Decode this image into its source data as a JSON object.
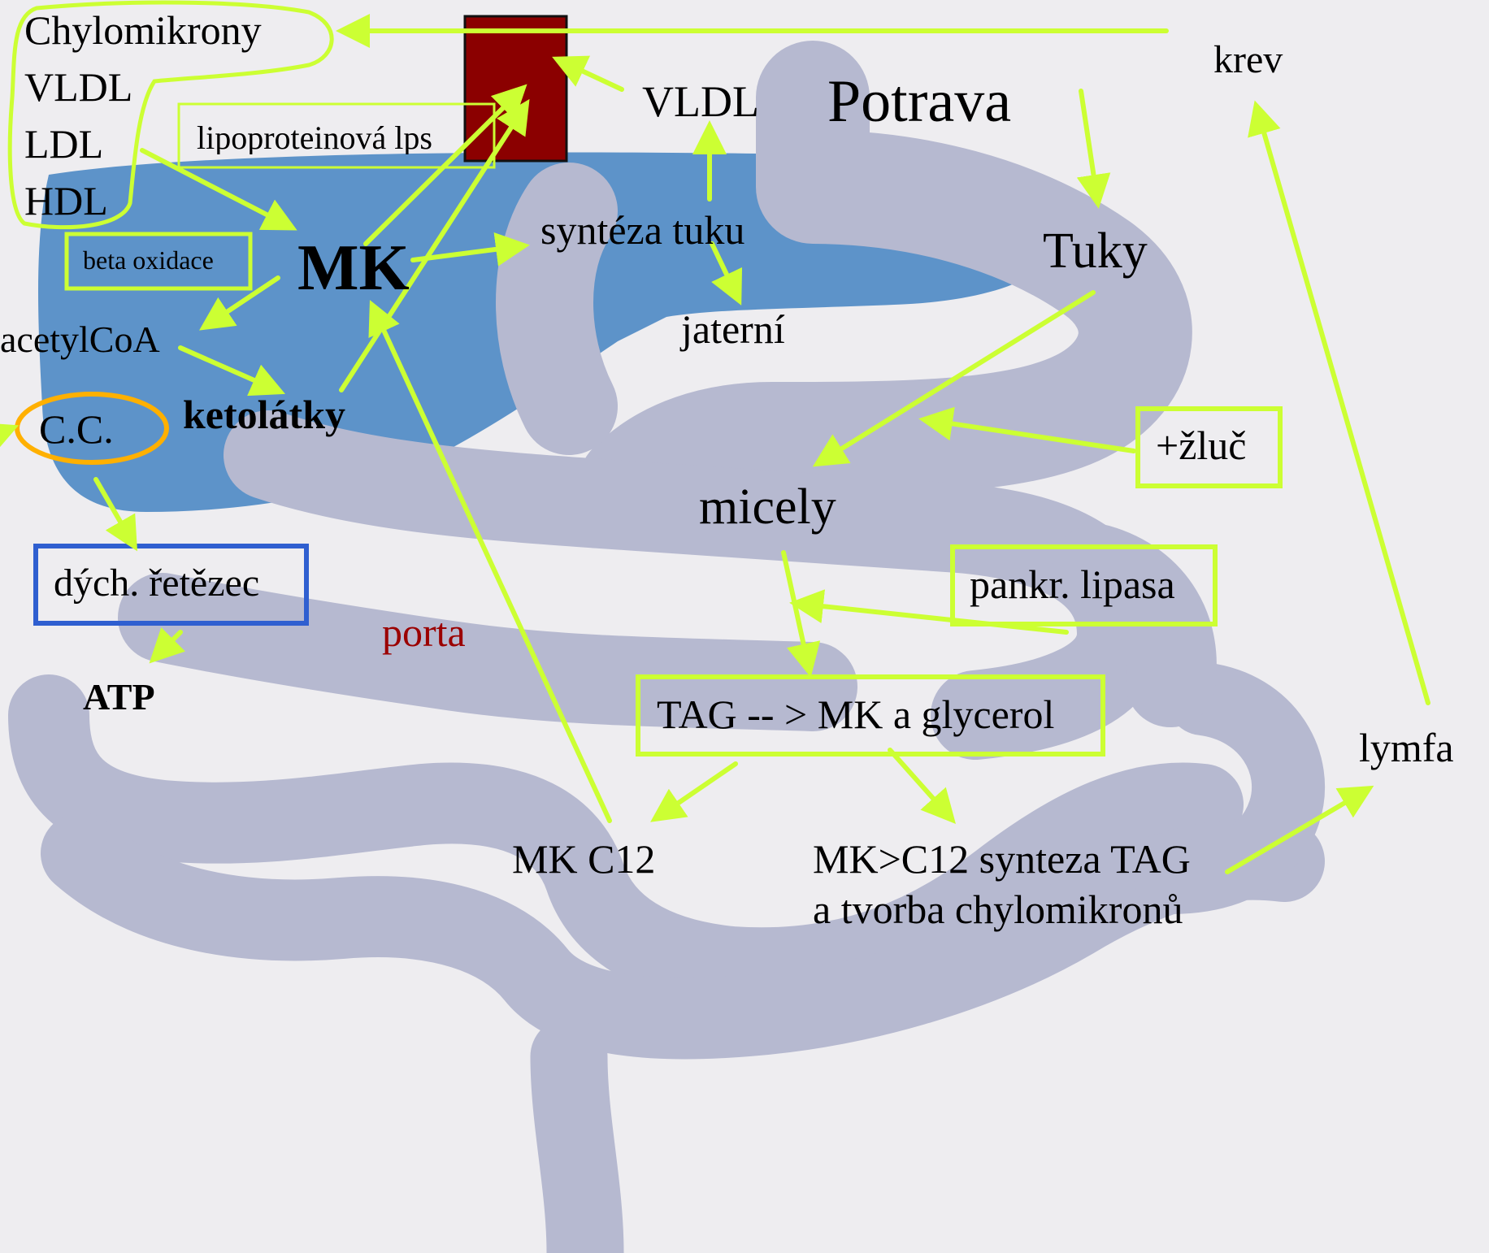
{
  "labels": {
    "chylomikrony": "Chylomikrony",
    "vldl_list": "VLDL",
    "ldl": "LDL",
    "hdl": "HDL",
    "lipoproteinova": "lipoproteinová lps",
    "vldl_liver": "VLDL",
    "potrava": "Potrava",
    "krev": "krev",
    "beta_oxidace": "beta oxidace",
    "mk": "MK",
    "synteza_tuku": "syntéza tuku",
    "tuky": "Tuky",
    "jaterni": "jaterní",
    "acetylcoa": "acetylCoA",
    "cc": "C.C.",
    "ketolatky": "ketolátky",
    "zluc": "+žluč",
    "micely": "micely",
    "dych_retezec": "dých. řetězec",
    "pankr_lipasa": "pankr. lipasa",
    "porta": "porta",
    "atp": "ATP",
    "tag": "TAG -- > MK a glycerol",
    "lymfa": "lymfa",
    "mk_c12": "MK C12",
    "mk_synteza_line1": "MK>C12 synteza TAG",
    "mk_synteza_line2": "a tvorba chylomikronů"
  },
  "colors": {
    "arrow": "#ccff33",
    "tissue_block": "#8b0000",
    "porta_text": "#9b0000",
    "cc_ring": "#ffb000",
    "chain_box": "#2f5fd0",
    "liver": "#5d93c9",
    "intestine": "#b6b9d0",
    "background": "#eeedf0"
  }
}
